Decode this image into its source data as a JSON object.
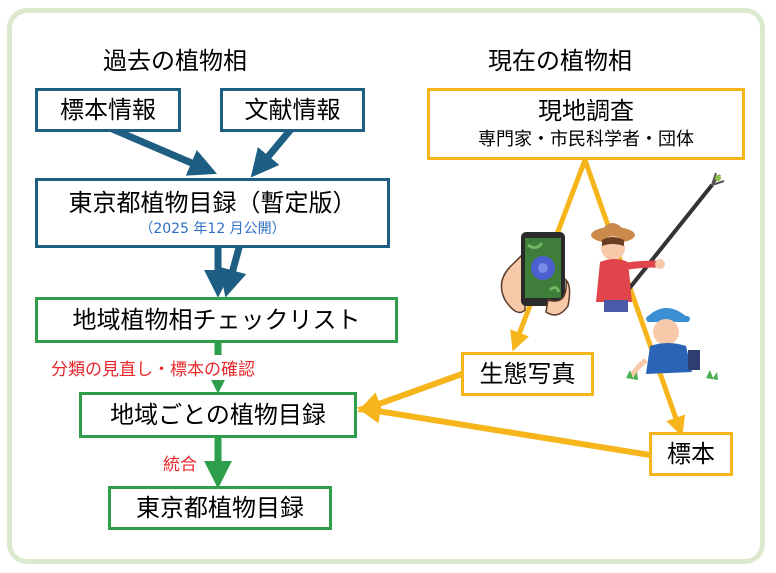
{
  "headings": {
    "past": "過去の植物相",
    "present": "現在の植物相"
  },
  "boxes": {
    "specimen_info": "標本情報",
    "literature_info": "文献情報",
    "tokyo_catalog_provisional": "東京都植物目録（暫定版）",
    "tokyo_catalog_provisional_note": "（2025 年12 月公開）",
    "regional_checklist": "地域植物相チェックリスト",
    "regional_catalog": "地域ごとの植物目録",
    "tokyo_catalog": "東京都植物目録",
    "field_survey": "現地調査",
    "field_survey_sub": "専門家・市民科学者・団体",
    "ecology_photos": "生態写真",
    "specimens": "標本"
  },
  "edge_labels": {
    "review": "分類の見直し・標本の確認",
    "integration": "統合"
  },
  "colors": {
    "blue": "#1d5e82",
    "green": "#2e9e4a",
    "yellow": "#f5b51b",
    "red": "#e8262b",
    "frame": "#dbe9cf"
  }
}
